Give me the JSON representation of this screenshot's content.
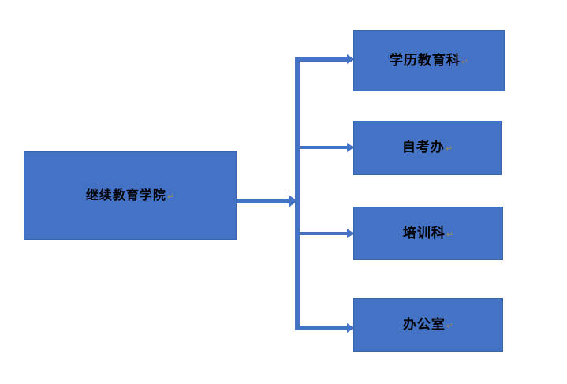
{
  "diagram": {
    "type": "organization-chart",
    "orientation": "left-to-right",
    "colors": {
      "node_fill": "#4472C4",
      "node_border": "#3A63AE",
      "connector": "#4472C4",
      "label_text": "#000000",
      "pilcrow": "#9C8A55",
      "background": "#FFFFFF"
    },
    "root": {
      "label": "继续教育学院",
      "pilcrow": "↵"
    },
    "children": [
      {
        "label": "学历教育科",
        "pilcrow": "↵"
      },
      {
        "label": "自考办",
        "pilcrow": "↵"
      },
      {
        "label": "培训科",
        "pilcrow": "↵"
      },
      {
        "label": "办公室",
        "pilcrow": "↵"
      }
    ]
  }
}
